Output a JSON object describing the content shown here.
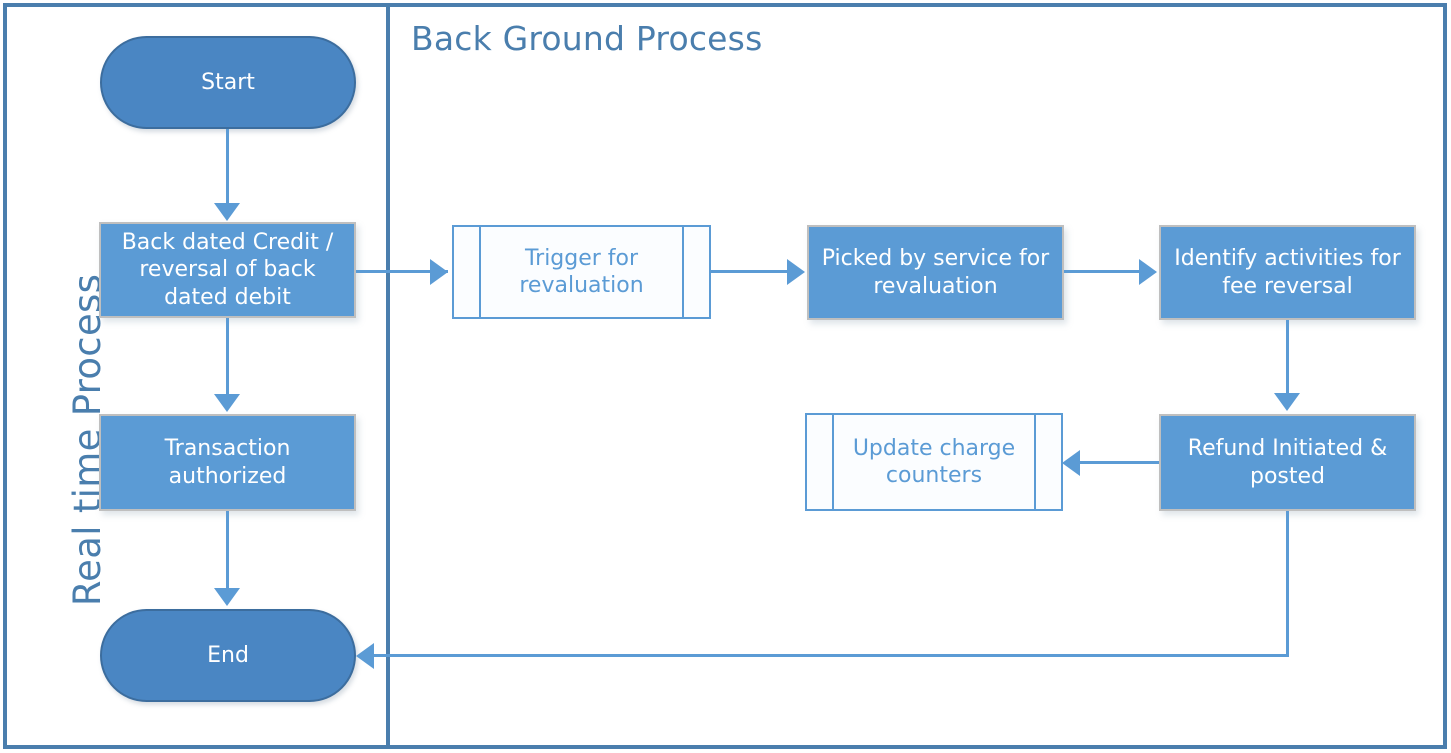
{
  "diagram": {
    "type": "flowchart",
    "lanes": [
      {
        "id": "realtime",
        "label": "Real time Process",
        "orientation": "vertical-rotated"
      },
      {
        "id": "background",
        "label": "Back Ground Process",
        "orientation": "horizontal"
      }
    ],
    "colors": {
      "frame_border": "#4a7ead",
      "lane_divider": "#4a7ead",
      "title_text": "#4a7ead",
      "terminator_fill": "#4a86c3",
      "terminator_border": "#3c6d9e",
      "process_fill": "#5b9bd5",
      "process_border": "#bfbfbf",
      "process_text": "#ffffff",
      "predefined_fill": "#fbfdff",
      "predefined_border": "#5b9bd5",
      "predefined_text": "#5b9bd5",
      "connector": "#5b9bd5",
      "canvas": "#ffffff"
    },
    "nodes": [
      {
        "id": "start",
        "shape": "terminator",
        "label": "Start",
        "lane": "realtime"
      },
      {
        "id": "backdated",
        "shape": "process",
        "label": "Back dated Credit / reversal of back dated debit",
        "lane": "realtime"
      },
      {
        "id": "authorized",
        "shape": "process",
        "label": "Transaction authorized",
        "lane": "realtime"
      },
      {
        "id": "end",
        "shape": "terminator",
        "label": "End",
        "lane": "realtime"
      },
      {
        "id": "trigger",
        "shape": "predefined-process",
        "label": "Trigger for revaluation",
        "lane": "background"
      },
      {
        "id": "picked",
        "shape": "process",
        "label": "Picked by service for revaluation",
        "lane": "background"
      },
      {
        "id": "identify",
        "shape": "process",
        "label": "Identify activities for fee reversal",
        "lane": "background"
      },
      {
        "id": "refund",
        "shape": "process",
        "label": "Refund Initiated & posted",
        "lane": "background"
      },
      {
        "id": "counters",
        "shape": "predefined-process",
        "label": "Update charge counters",
        "lane": "background"
      }
    ],
    "edges": [
      {
        "from": "start",
        "to": "backdated",
        "direction": "down"
      },
      {
        "from": "backdated",
        "to": "authorized",
        "direction": "down"
      },
      {
        "from": "backdated",
        "to": "trigger",
        "direction": "right"
      },
      {
        "from": "authorized",
        "to": "end",
        "direction": "down"
      },
      {
        "from": "trigger",
        "to": "picked",
        "direction": "right"
      },
      {
        "from": "picked",
        "to": "identify",
        "direction": "right"
      },
      {
        "from": "identify",
        "to": "refund",
        "direction": "down"
      },
      {
        "from": "refund",
        "to": "counters",
        "direction": "left"
      },
      {
        "from": "refund",
        "to": "end",
        "direction": "down-then-left"
      }
    ],
    "node_labels": {
      "start": "Start",
      "backdated_line1": "Back dated Credit /",
      "backdated_line2": "reversal of back",
      "backdated_line3": "dated debit",
      "authorized_line1": "Transaction",
      "authorized_line2": "authorized",
      "end": "End",
      "trigger_line1": "Trigger for",
      "trigger_line2": "revaluation",
      "picked_line1": "Picked by service for",
      "picked_line2": "revaluation",
      "identify_line1": "Identify activities for",
      "identify_line2": "fee reversal",
      "refund_line1": "Refund Initiated &",
      "refund_line2": "posted",
      "counters_line1": "Update charge",
      "counters_line2": "counters"
    }
  }
}
